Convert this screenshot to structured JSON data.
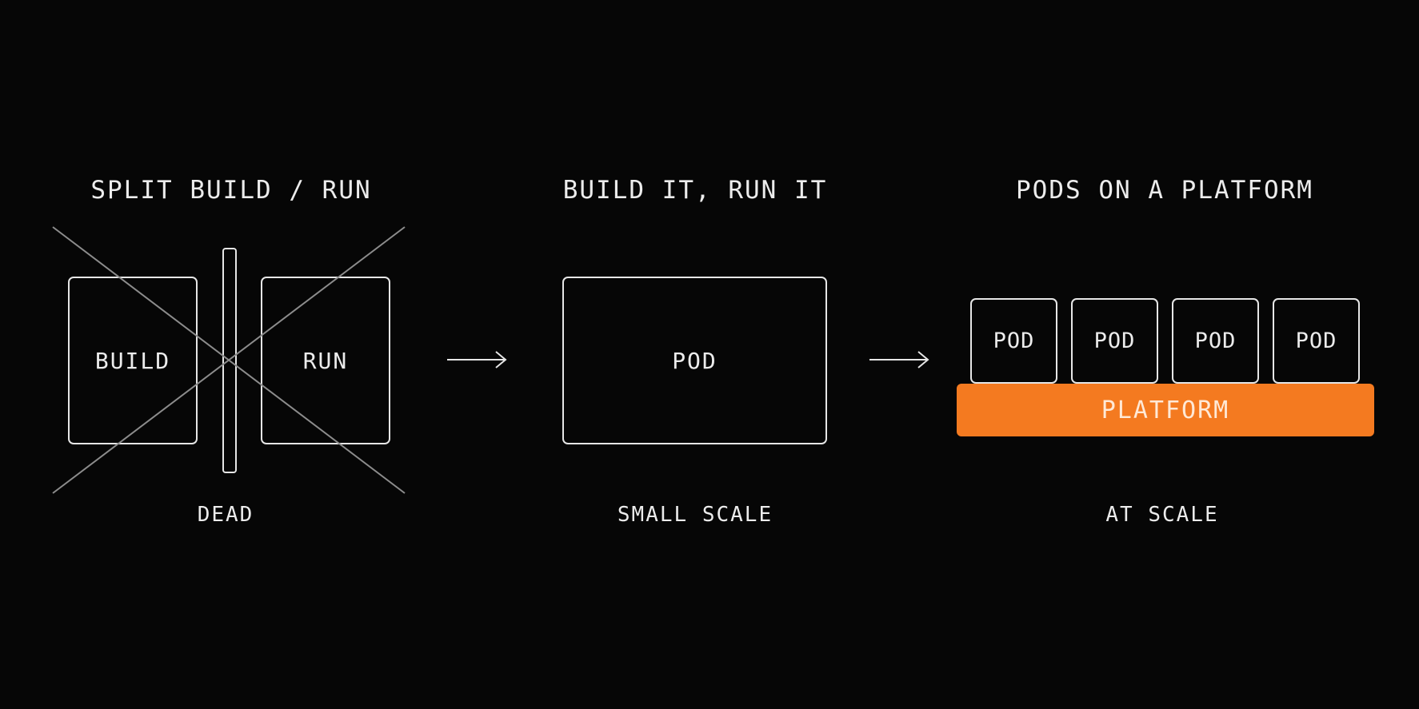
{
  "panels": {
    "split": {
      "heading": "SPLIT BUILD / RUN",
      "build_label": "BUILD",
      "run_label": "RUN",
      "caption": "DEAD"
    },
    "single": {
      "heading": "BUILD IT, RUN IT",
      "pod_label": "POD",
      "caption": "SMALL SCALE"
    },
    "platform": {
      "heading": "PODS ON A PLATFORM",
      "pods": [
        "POD",
        "POD",
        "POD",
        "POD"
      ],
      "platform_label": "PLATFORM",
      "caption": "AT SCALE"
    }
  },
  "colors": {
    "background": "#060606",
    "stroke": "#e6e6e6",
    "cross": "#8c8c8c",
    "accent": "#f47a20"
  },
  "icons": {
    "cross": "x-cross-icon",
    "arrow": "right-arrow-icon"
  }
}
